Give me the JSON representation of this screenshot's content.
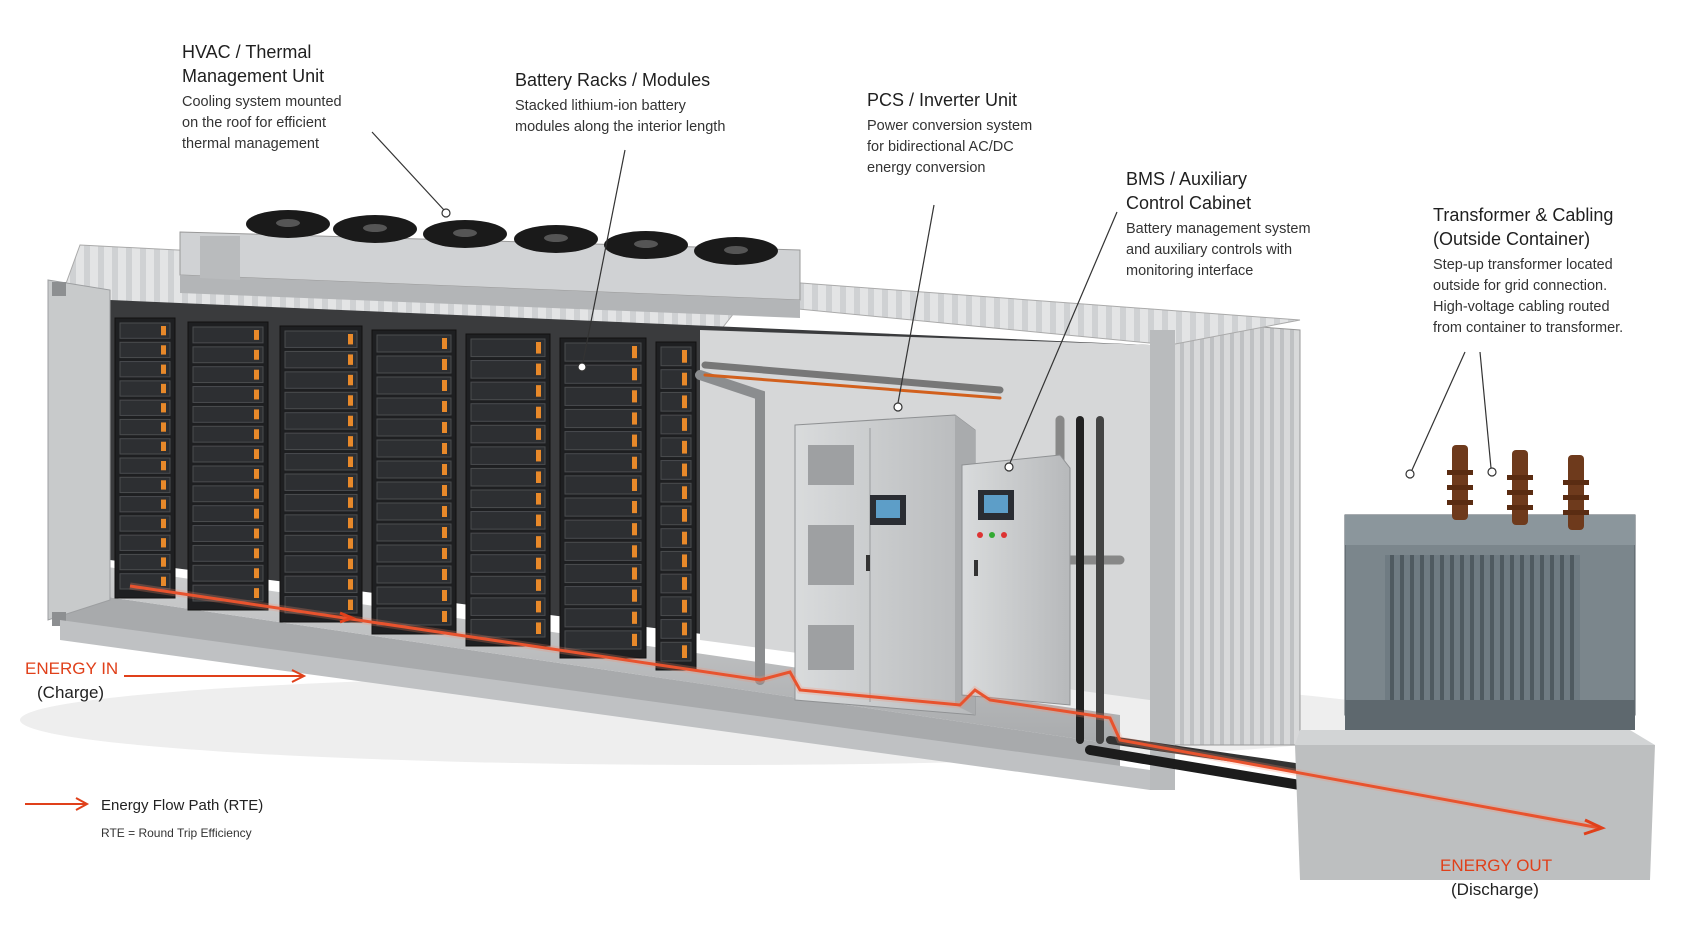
{
  "callouts": {
    "hvac": {
      "title": "HVAC / Thermal\nManagement Unit",
      "desc": "Cooling system mounted\non the roof for efficient\nthermal management"
    },
    "racks": {
      "title": "Battery Racks / Modules",
      "desc": "Stacked lithium-ion battery\nmodules along the interior length"
    },
    "pcs": {
      "title": "PCS / Inverter Unit",
      "desc": "Power conversion system\nfor bidirectional AC/DC\nenergy conversion"
    },
    "bms": {
      "title": "BMS / Auxiliary\nControl Cabinet",
      "desc": "Battery management system\nand auxiliary controls with\nmonitoring interface"
    },
    "transformer": {
      "title": "Transformer & Cabling\n(Outside Container)",
      "desc": "Step-up transformer located\noutside for grid connection.\nHigh-voltage cabling routed\nfrom container to transformer."
    }
  },
  "energy_in": {
    "label": "ENERGY IN",
    "sub": "(Charge)"
  },
  "energy_out": {
    "label": "ENERGY OUT",
    "sub": "(Discharge)"
  },
  "legend": {
    "label": "Energy Flow Path (RTE)",
    "note": "RTE = Round Trip Efficiency"
  },
  "colors": {
    "accent": "#e0401a",
    "container": "#d9dadb",
    "rack": "#1e1f21",
    "module_accent": "#e8892a",
    "cabinet": "#c9cbcd"
  },
  "icons": [
    "fan-icon",
    "arrow-right-icon"
  ]
}
